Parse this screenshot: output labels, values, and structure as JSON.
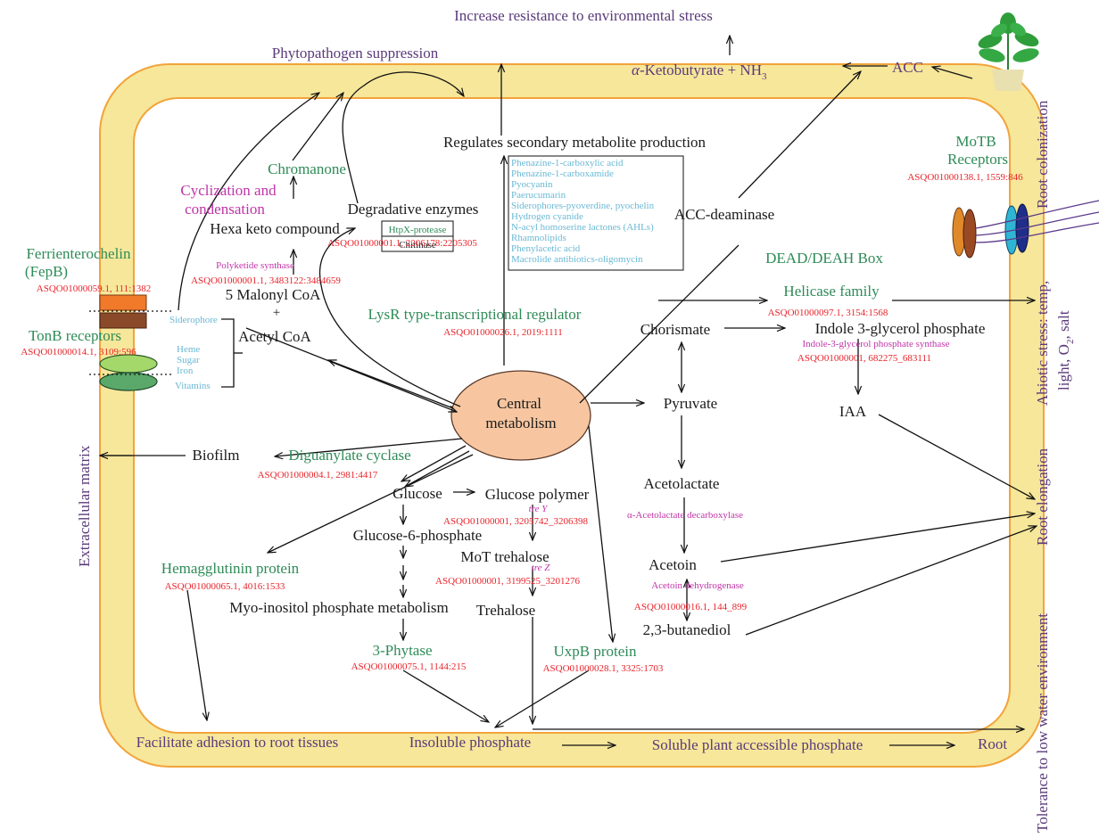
{
  "colors": {
    "cell_membrane": "#f6e79a",
    "membrane_edge": "#f2a33a",
    "central_fill": "#f7c6a0",
    "gene_green": "#2e8b57",
    "enzyme_magenta": "#c034a8",
    "locus_red": "#e8232a",
    "outcome_purple": "#5a3a7a",
    "compound_cyan": "#69b8d4"
  },
  "icons": [
    "plant-icon",
    "tonb-receptor-ovals",
    "fepb-transporter-blocks",
    "motb-receptor-ovals"
  ],
  "outcomes": {
    "stress": "Increase resistance to environmental stress",
    "phyto": "Phytopathogen suppression",
    "extracellular": "Extracellular matrix",
    "adhesion": "Facilitate adhesion to root tissues",
    "insoluble": "Insoluble phosphate",
    "soluble": "Soluble plant accessible phosphate",
    "root": "Root",
    "root_colonization": "Root colonization",
    "abiotic_line1": "Abiotic stress: temp,",
    "abiotic_line2": "light, O",
    "abiotic_sub": "2",
    "abiotic_tail": ", salt",
    "root_elongation": "Root elongation",
    "tolerance": "Tolerance to low water environment"
  },
  "ketobutyrate": {
    "greek": "α",
    "main": "-Ketobutyrate + NH",
    "sub": "3"
  },
  "acc": "ACC",
  "central": {
    "line1": "Central",
    "line2": "metabolism"
  },
  "left": {
    "ferri1": "Ferrienterochelin",
    "ferri2": "(FepB)",
    "ferri_locus": "ASQO01000059.1, 111:1382",
    "tonb": "TonB receptors",
    "tonb_locus": "ASQO01000014.1, 3109:596",
    "siderophore": "Siderophore",
    "heme": "Heme",
    "sugar": "Sugar",
    "iron": "Iron",
    "vitamins": "Vitamins"
  },
  "polyketide": {
    "cyclization1": "Cyclization and",
    "cyclization2": "condensation",
    "chromanone": "Chromanone",
    "hexaketo": "Hexa keto compound",
    "pks": "Polyketide synthase",
    "pks_locus": "ASQO01000001.1, 3483122:3484659",
    "malonyl": "5 Malonyl CoA",
    "plus": "+",
    "acetyl": "Acetyl CoA"
  },
  "degradative": {
    "title": "Degradative enzymes",
    "box1": "HtpX-protease",
    "box2": "Chitinase",
    "locus": "ASQO01000001.1, 2206178:2205305"
  },
  "secondary": {
    "title": "Regulates secondary metabolite production",
    "compounds": [
      "Phenazine-1-carboxylic acid",
      "Phenazine-1-carboxamide",
      "Pyocyanin",
      "Paerucumarin",
      "Siderophores-pyoverdine, pyochelin",
      "Hydrogen cyanide",
      "N-acyl homoserine lactones (AHLs)",
      "Rhamnolipids",
      "Phenylacetic acid",
      "Macrolide antibiotics-oligomycin"
    ],
    "lysr": "LysR type-transcriptional regulator",
    "lysr_locus": "ASQO01000026.1, 2019:1111"
  },
  "right": {
    "motb1": "MoTB",
    "motb2": "Receptors",
    "motb_locus": "ASQO01000138.1, 1559:846",
    "acc_deaminase": "ACC-deaminase",
    "dead": "DEAD/DEAH Box",
    "helicase": "Helicase family",
    "helicase_locus": "ASQO01000097.1, 3154:1568",
    "chorismate": "Chorismate",
    "indole": "Indole 3-glycerol phosphate",
    "indole_enzyme": "Indole-3-glycerol phosphate synthase",
    "indole_locus": "ASQO01000001, 682275_683111",
    "iaa": "IAA",
    "pyruvate": "Pyruvate",
    "acetolactate": "Acetolactate",
    "alpha_dec": "α-Acetolactate decarboxylase",
    "acetoin": "Acetoin",
    "acetoin_dh": "Acetoin dehydrogenase",
    "acetoin_locus": "ASQO01000016.1, 144_899",
    "butanediol": "2,3-butanediol"
  },
  "lower": {
    "biofilm": "Biofilm",
    "diguanylate": "Diguanylate cyclase",
    "dig_locus": "ASQO01000004.1, 2981:4417",
    "glucose": "Glucose",
    "glucose_polymer": "Glucose polymer",
    "treY": "tre Y",
    "treY_locus": "ASQO01000001, 3205742_3206398",
    "g6p": "Glucose-6-phosphate",
    "mot": "MoT trehalose",
    "treZ": "tre Z",
    "treZ_locus": "ASQO01000001, 3199525_3201276",
    "hemag": "Hemagglutinin protein",
    "hemag_locus": "ASQO01000065.1, 4016:1533",
    "myo": "Myo-inositol phosphate metabolism",
    "trehalose": "Trehalose",
    "phytase": "3-Phytase",
    "phytase_locus": "ASQO01000075.1, 1144:215",
    "uxpb": "UxpB protein",
    "uxpb_locus": "ASQO01000028.1, 3325:1703"
  }
}
